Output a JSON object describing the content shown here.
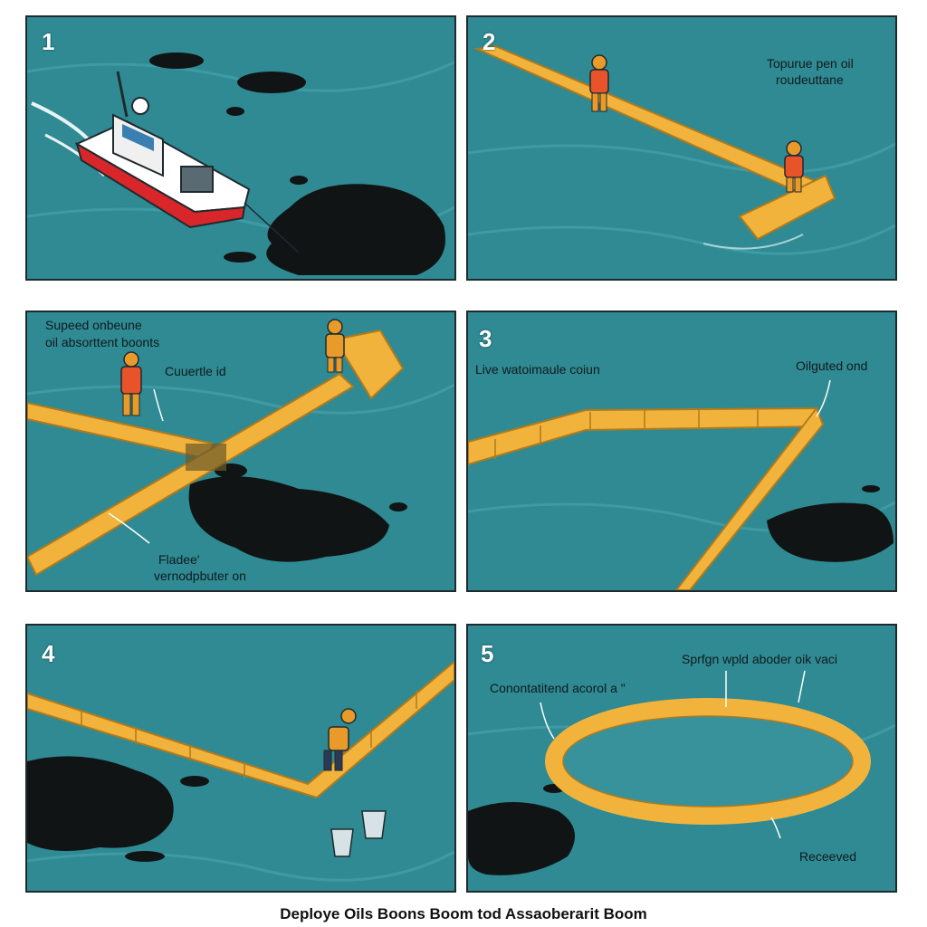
{
  "colors": {
    "water": "#2f8a93",
    "water_dark": "#1f6d78",
    "boom": "#f2b33d",
    "boom_edge": "#b07a1c",
    "oil": "#101414",
    "worker": "#e89a2a",
    "boat_hull": "#d8262a"
  },
  "icons": [
    "boat-icon",
    "worker-icon",
    "boom-icon",
    "oil-slick-icon",
    "bucket-icon",
    "arrow-icon"
  ],
  "panels": {
    "p1": {
      "number": "1"
    },
    "p2": {
      "number": "2",
      "label_line1": "Topurue pen oil",
      "label_line2": "roudeuttane"
    },
    "p3": {
      "label_top_line1": "Supeed onbeune",
      "label_top_line2": "oil absorttent boonts",
      "label_worker": "Cuuertle id",
      "label_bottom_line1": "Fladee'",
      "label_bottom_line2": "vernodpbuter on"
    },
    "p4": {
      "number": "3",
      "label_left": "Live watoimaule coiun",
      "label_right": "Oilguted ond"
    },
    "p5": {
      "number": "4"
    },
    "p6": {
      "number": "5",
      "label_top": "Sprfgn  wpld aboder oik vaci",
      "label_left": "Conontatitend acorol a \"",
      "label_bottom": "Receeved"
    }
  },
  "caption": "Deploye Oils Boons Boom tod Assaoberarit Boom"
}
